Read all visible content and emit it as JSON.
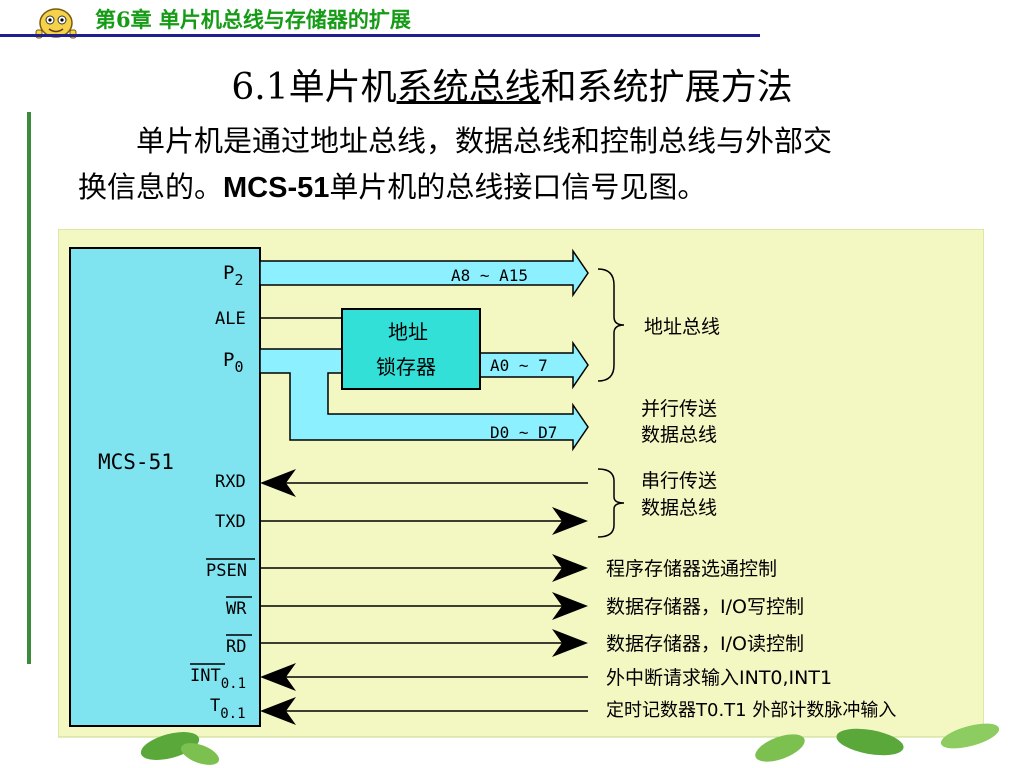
{
  "header": {
    "chapter": "第6章  单片机总线与存储器的扩展"
  },
  "title": {
    "prefix": "6.1单片机",
    "underlined": "系统总线",
    "suffix": "和系统扩展方法"
  },
  "paragraph": {
    "line1": "单片机是通过地址总线，数据总线和控制总线与外部交",
    "line2_a": "换信息的。",
    "line2_bold": "MCS-51",
    "line2_b": "单片机的总线接口信号见图。"
  },
  "diagram": {
    "chip_label": "MCS-51",
    "latch_line1": "地址",
    "latch_line2": "锁存器",
    "pins": {
      "p2": "P",
      "p2_sub": "2",
      "ale": "ALE",
      "p0": "P",
      "p0_sub": "0",
      "rxd": "RXD",
      "txd": "TXD",
      "psen": "PSEN",
      "wr": "WR",
      "rd": "RD",
      "int": "INT",
      "int_sub": "0.1",
      "t": "T",
      "t_sub": "0.1"
    },
    "bus_labels": {
      "a8_a15": "A8 ~ A15",
      "a0_a7": "A0 ~  7",
      "d0_d7": "D0 ~ D7"
    },
    "right_labels": {
      "address_bus": "地址总线",
      "parallel_1": "并行传送",
      "parallel_2": "数据总线",
      "serial_1": "串行传送",
      "serial_2": "数据总线",
      "psen_desc": "程序存储器选通控制",
      "wr_desc": "数据存储器，I/O写控制",
      "rd_desc": "数据存储器，I/O读控制",
      "int_desc": "外中断请求输入INT0,INT1",
      "t_desc": "定时记数器T0.T1 外部计数脉冲输入"
    },
    "colors": {
      "panel": "#f3f7c2",
      "chip": "#7fe3f0",
      "bus": "#8df0ff",
      "latch": "#33e0d8"
    }
  }
}
